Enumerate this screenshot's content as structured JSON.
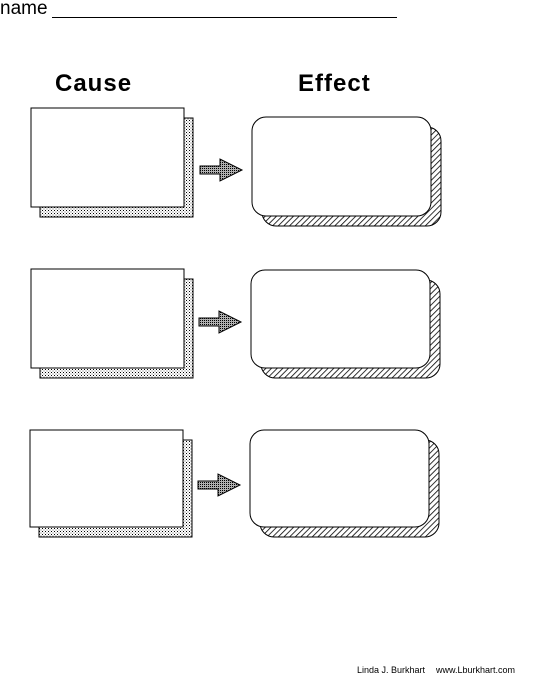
{
  "header": {
    "name_label": "name"
  },
  "columns": {
    "cause": "Cause",
    "effect": "Effect"
  },
  "rows": [
    {
      "cause_text": "",
      "effect_text": ""
    },
    {
      "cause_text": "",
      "effect_text": ""
    },
    {
      "cause_text": "",
      "effect_text": ""
    }
  ],
  "footer": {
    "author": "Linda J. Burkhart",
    "website": "www.Lburkhart.com"
  },
  "icons": [
    "right-arrow-icon"
  ]
}
